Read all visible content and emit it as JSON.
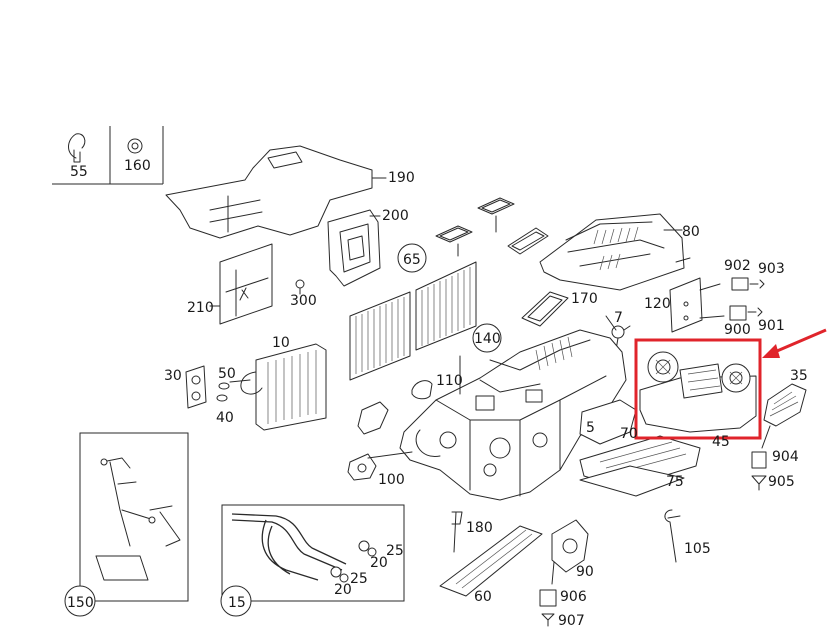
{
  "labels": {
    "l55": "55",
    "l160": "160",
    "l190": "190",
    "l200": "200",
    "l210": "210",
    "l300": "300",
    "l65": "65",
    "l80": "80",
    "l902": "902",
    "l903": "903",
    "l170": "170",
    "l120": "120",
    "l7": "7",
    "l900": "900",
    "l901": "901",
    "l140": "140",
    "l10": "10",
    "l30": "30",
    "l50": "50",
    "l40": "40",
    "l110": "110",
    "l35": "35",
    "l5": "5",
    "l70": "70",
    "l45": "45",
    "l904": "904",
    "l905": "905",
    "l100": "100",
    "l75": "75",
    "l180": "180",
    "l105": "105",
    "l25a": "25",
    "l20a": "20",
    "l25b": "25",
    "l20b": "20",
    "l90": "90",
    "l906": "906",
    "l907": "907",
    "l60": "60",
    "l150": "150",
    "l15": "15"
  },
  "colors": {
    "highlight": "#e0242b",
    "line": "#2a2a2a"
  }
}
